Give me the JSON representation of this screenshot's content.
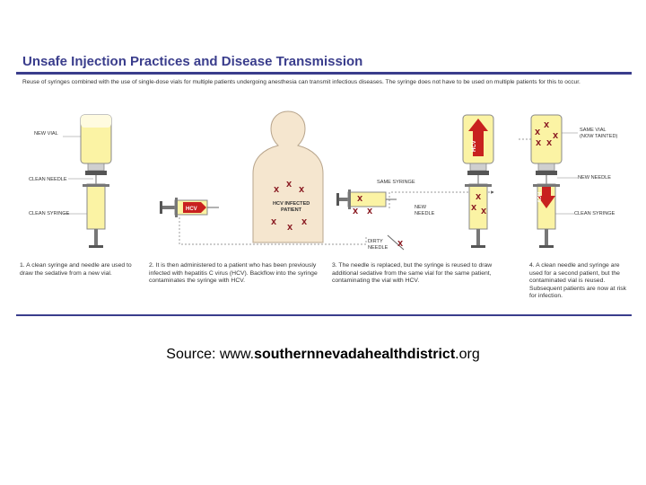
{
  "figure": {
    "title": "Unsafe Injection Practices and Disease Transmission",
    "intro": "Reuse of syringes combined with the use of single-dose vials for multiple patients undergoing anesthesia can transmit infectious diseases. The syringe does not have to be used on multiple patients for this to occur.",
    "labels": {
      "new_vial": "NEW VIAL",
      "clean_needle": "CLEAN NEEDLE",
      "clean_syringe": "CLEAN SYRINGE",
      "hcv_badge": "HCV",
      "patient_line1": "HCV INFECTED",
      "patient_line2": "PATIENT",
      "same_syringe": "SAME SYRINGE",
      "new_needle_1": "NEW",
      "new_needle_2": "NEEDLE",
      "dirty_needle_1": "DIRTY",
      "dirty_needle_2": "NEEDLE",
      "same_vial": "SAME VIAL",
      "now_tainted": "(NOW TAINTED)",
      "new_needle": "NEW NEEDLE",
      "clean_syringe_2": "CLEAN SYRINGE",
      "x_mark": "X"
    },
    "steps": [
      "1. A clean syringe and needle are used to draw the sedative from a new vial.",
      "2. It is then administered to a patient who has been previously infected with hepatitis C virus (HCV). Backflow into the syringe contaminates the syringe with HCV.",
      "3. The needle is replaced, but the syringe is reused to draw additional sedative from the same vial for the same patient, contaminating the vial with HCV.",
      "4. A clean needle and syringe are used for a second patient, but the contaminated vial is reused. Subsequent patients are now at risk for infection."
    ],
    "colors": {
      "title": "#3a3d8c",
      "fluid": "#fbf3a4",
      "hcv_red": "#c8211f",
      "x_mark": "#8b1d24",
      "silhouette": "#f5e6cf"
    }
  },
  "source": {
    "prefix": "Source: www.",
    "domain": "southernnevadahealthdistrict",
    "suffix": ".org"
  }
}
